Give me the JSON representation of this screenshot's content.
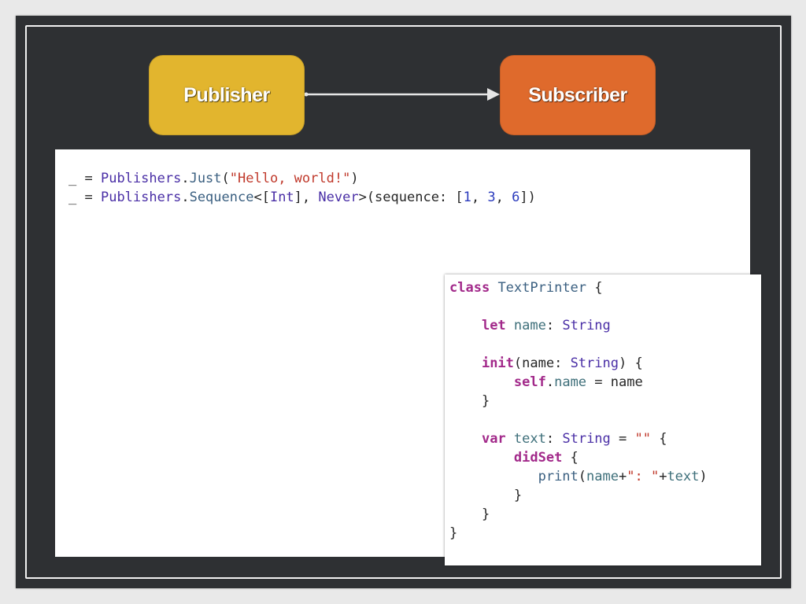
{
  "diagram": {
    "publisher": {
      "label": "Publisher",
      "color": "#e2b52e"
    },
    "subscriber": {
      "label": "Subscriber",
      "color": "#df6a2c"
    }
  },
  "main_code": {
    "lines": [
      [
        [
          "_",
          ""
        ],
        [
          " = ",
          ""
        ],
        [
          "Publishers",
          "ty"
        ],
        [
          ".",
          ""
        ],
        [
          "Just",
          "fn"
        ],
        [
          "(",
          ""
        ],
        [
          "\"Hello, world!\"",
          "str"
        ],
        [
          ")",
          ""
        ]
      ],
      [
        [
          "_",
          ""
        ],
        [
          " = ",
          ""
        ],
        [
          "Publishers",
          "ty"
        ],
        [
          ".",
          ""
        ],
        [
          "Sequence",
          "fn"
        ],
        [
          "<[",
          ""
        ],
        [
          "Int",
          "ty"
        ],
        [
          "], ",
          ""
        ],
        [
          "Never",
          "ty"
        ],
        [
          ">(sequence: [",
          ""
        ],
        [
          "1",
          "num"
        ],
        [
          ", ",
          ""
        ],
        [
          "3",
          "num"
        ],
        [
          ", ",
          ""
        ],
        [
          "6",
          "num"
        ],
        [
          "])",
          ""
        ]
      ]
    ]
  },
  "class_code": {
    "lines": [
      [
        [
          "class",
          "kw"
        ],
        [
          " ",
          ""
        ],
        [
          "TextPrinter",
          "fn"
        ],
        [
          " {",
          ""
        ]
      ],
      [],
      [
        [
          "    ",
          ""
        ],
        [
          "let",
          "kw"
        ],
        [
          " ",
          ""
        ],
        [
          "name",
          "prop"
        ],
        [
          ": ",
          ""
        ],
        [
          "String",
          "ty"
        ]
      ],
      [],
      [
        [
          "    ",
          ""
        ],
        [
          "init",
          "kw"
        ],
        [
          "(name: ",
          ""
        ],
        [
          "String",
          "ty"
        ],
        [
          ") {",
          ""
        ]
      ],
      [
        [
          "        ",
          ""
        ],
        [
          "self",
          "kw"
        ],
        [
          ".",
          ""
        ],
        [
          "name",
          "prop"
        ],
        [
          " = name",
          ""
        ]
      ],
      [
        [
          "    }",
          ""
        ]
      ],
      [],
      [
        [
          "    ",
          ""
        ],
        [
          "var",
          "kw"
        ],
        [
          " ",
          ""
        ],
        [
          "text",
          "prop"
        ],
        [
          ": ",
          ""
        ],
        [
          "String",
          "ty"
        ],
        [
          " = ",
          ""
        ],
        [
          "\"\"",
          "str"
        ],
        [
          " {",
          ""
        ]
      ],
      [
        [
          "        ",
          ""
        ],
        [
          "didSet",
          "kw"
        ],
        [
          " {",
          ""
        ]
      ],
      [
        [
          "           ",
          ""
        ],
        [
          "print",
          "fn"
        ],
        [
          "(",
          ""
        ],
        [
          "name",
          "prop"
        ],
        [
          "+",
          ""
        ],
        [
          "\": \"",
          "str"
        ],
        [
          "+",
          ""
        ],
        [
          "text",
          "prop"
        ],
        [
          ")",
          ""
        ]
      ],
      [
        [
          "        }",
          ""
        ]
      ],
      [
        [
          "    }",
          ""
        ]
      ],
      [
        [
          "}",
          ""
        ]
      ]
    ]
  }
}
